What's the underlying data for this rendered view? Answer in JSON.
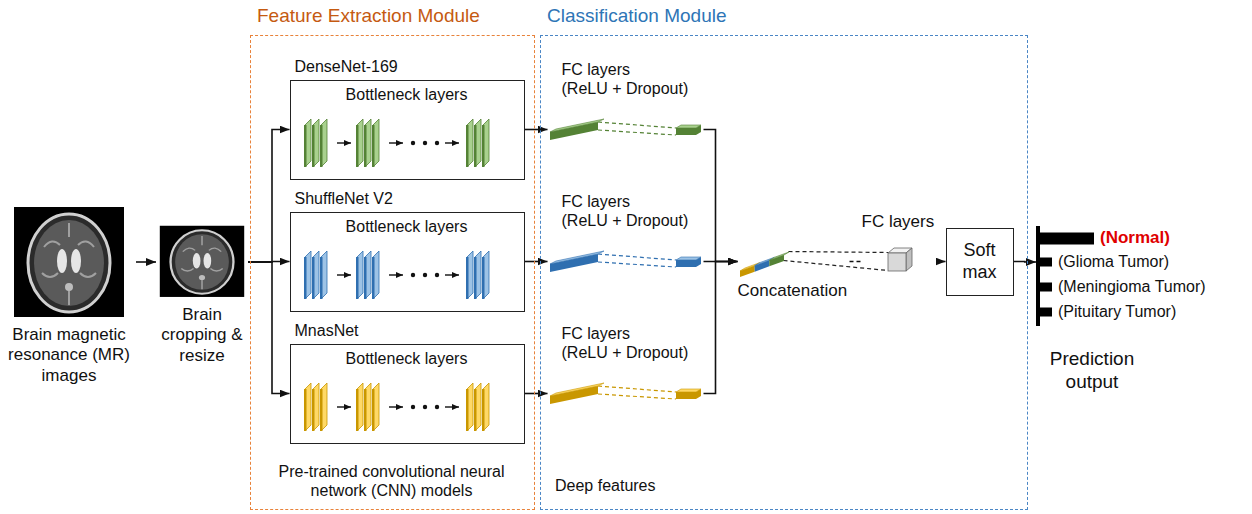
{
  "diagram": {
    "nodes": [
      {
        "text": [
          "Brain magnetic resonance (MR) images"
        ]
      },
      {
        "text": [
          "Brain cropping & resize"
        ]
      },
      {
        "text": [
          "Feature Extraction Module",
          "Pre-trained convolutional neural network (CNN) models"
        ]
      },
      {
        "text": [
          "DenseNet-169",
          "Bottleneck layers"
        ],
        "in": 2
      },
      {
        "text": [
          "ShuffleNet V2",
          "Bottleneck layers"
        ],
        "in": 2
      },
      {
        "text": [
          "MnasNet",
          "Bottleneck layers"
        ],
        "in": 2
      },
      {
        "text": [
          "Classification Module",
          "Deep features"
        ]
      },
      {
        "text": [
          "FC layers (ReLU + Dropout)"
        ],
        "in": 6
      },
      {
        "text": [
          "FC layers (ReLU + Dropout)"
        ],
        "in": 6
      },
      {
        "text": [
          "FC layers (ReLU + Dropout)"
        ],
        "in": 6
      },
      {
        "text": [
          "Concatenation"
        ],
        "in": 6
      },
      {
        "text": [
          "FC layers"
        ],
        "in": 6
      },
      {
        "text": [
          "Soft max"
        ],
        "in": 6
      },
      {
        "text": [
          "(Normal)",
          "(Glioma Tumor)",
          "(Meningioma Tumor)",
          "(Pituitary Tumor)",
          "Prediction output"
        ]
      }
    ],
    "edges": [
      {
        "from": 0,
        "to": 1,
        "arrow": "to"
      },
      {
        "from": 1,
        "to": 3,
        "arrow": "to"
      },
      {
        "from": 1,
        "to": 4,
        "arrow": "to"
      },
      {
        "from": 1,
        "to": 5,
        "arrow": "to"
      },
      {
        "from": 3,
        "to": 7,
        "arrow": "to"
      },
      {
        "from": 4,
        "to": 8,
        "arrow": "to"
      },
      {
        "from": 5,
        "to": 9,
        "arrow": "to"
      },
      {
        "from": 7,
        "to": 10,
        "arrow": "to"
      },
      {
        "from": 8,
        "to": 10,
        "arrow": "to"
      },
      {
        "from": 9,
        "to": 10,
        "arrow": "to"
      },
      {
        "from": 10,
        "to": 11,
        "arrow": "none"
      },
      {
        "from": 11,
        "to": 12,
        "arrow": "to"
      },
      {
        "from": 12,
        "to": 13,
        "arrow": "to"
      }
    ]
  }
}
